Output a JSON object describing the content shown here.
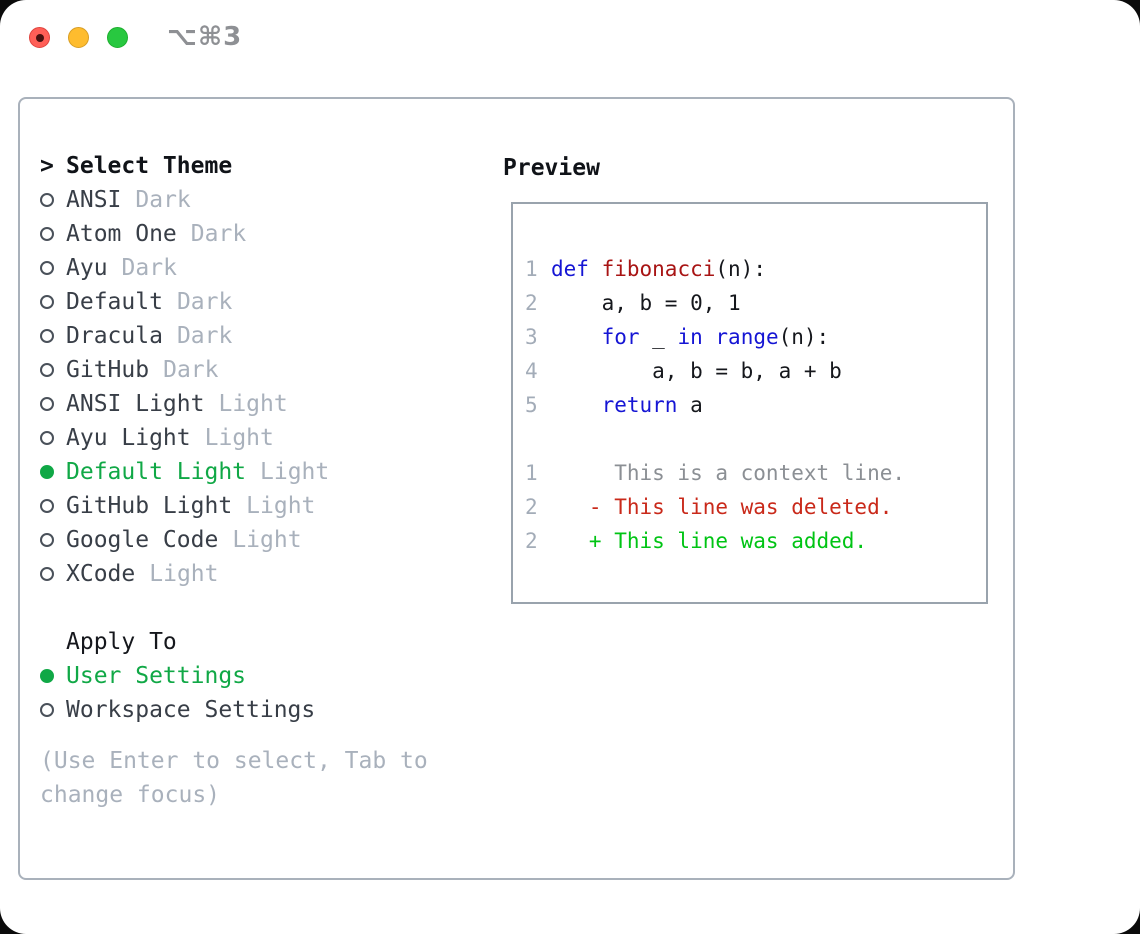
{
  "window": {
    "title": "⌥⌘3",
    "controls": [
      "close-button",
      "minimize-button",
      "zoom-button"
    ]
  },
  "colors": {
    "accent_green": "#10a846",
    "diff_add_green": "#00c414",
    "diff_del_red": "#c9291a",
    "keyword_blue": "#1515d4",
    "function_red": "#a81414",
    "muted_gray": "#a9b1bc",
    "context_gray": "#8b8f94",
    "panel_border": "#a9b1bb",
    "traffic_red": "#ff5f57",
    "traffic_yellow": "#febc2e",
    "traffic_green": "#28c840"
  },
  "theme_list": {
    "header_prefix": ">",
    "header": "Select Theme",
    "items": [
      {
        "name": "ANSI",
        "variant": "Dark",
        "selected": false
      },
      {
        "name": "Atom One",
        "variant": "Dark",
        "selected": false
      },
      {
        "name": "Ayu",
        "variant": "Dark",
        "selected": false
      },
      {
        "name": "Default",
        "variant": "Dark",
        "selected": false
      },
      {
        "name": "Dracula",
        "variant": "Dark",
        "selected": false
      },
      {
        "name": "GitHub",
        "variant": "Dark",
        "selected": false
      },
      {
        "name": "ANSI Light",
        "variant": "Light",
        "selected": false
      },
      {
        "name": "Ayu Light",
        "variant": "Light",
        "selected": false
      },
      {
        "name": "Default Light",
        "variant": "Light",
        "selected": true
      },
      {
        "name": "GitHub Light",
        "variant": "Light",
        "selected": false
      },
      {
        "name": "Google Code",
        "variant": "Light",
        "selected": false
      },
      {
        "name": "XCode",
        "variant": "Light",
        "selected": false
      }
    ]
  },
  "apply_to": {
    "header": "Apply To",
    "options": [
      {
        "label": "User Settings",
        "selected": true
      },
      {
        "label": "Workspace Settings",
        "selected": false
      }
    ]
  },
  "hint": "(Use Enter to select, Tab to change focus)",
  "preview": {
    "header": "Preview",
    "code_lines": [
      {
        "num": "1",
        "tokens": [
          {
            "t": "def",
            "c": "kw"
          },
          {
            "t": " ",
            "c": "pl"
          },
          {
            "t": "fibonacci",
            "c": "fn"
          },
          {
            "t": "(n):",
            "c": "pl"
          }
        ]
      },
      {
        "num": "2",
        "tokens": [
          {
            "t": "    a, b = 0, 1",
            "c": "pl"
          }
        ]
      },
      {
        "num": "3",
        "tokens": [
          {
            "t": "    ",
            "c": "pl"
          },
          {
            "t": "for",
            "c": "kw"
          },
          {
            "t": " _ ",
            "c": "pl"
          },
          {
            "t": "in",
            "c": "kw"
          },
          {
            "t": " ",
            "c": "pl"
          },
          {
            "t": "range",
            "c": "kw"
          },
          {
            "t": "(n):",
            "c": "pl"
          }
        ]
      },
      {
        "num": "4",
        "tokens": [
          {
            "t": "        a, b = b, a + b",
            "c": "pl"
          }
        ]
      },
      {
        "num": "5",
        "tokens": [
          {
            "t": "    ",
            "c": "pl"
          },
          {
            "t": "return",
            "c": "kw"
          },
          {
            "t": " a",
            "c": "pl"
          }
        ]
      },
      {
        "num": "",
        "tokens": []
      },
      {
        "num": "1",
        "tokens": [
          {
            "t": "     This is a context line.",
            "c": "ctx"
          }
        ]
      },
      {
        "num": "2",
        "tokens": [
          {
            "t": "   - This line was deleted.",
            "c": "del"
          }
        ]
      },
      {
        "num": "2",
        "tokens": [
          {
            "t": "   + This line was added.",
            "c": "add"
          }
        ]
      }
    ]
  }
}
